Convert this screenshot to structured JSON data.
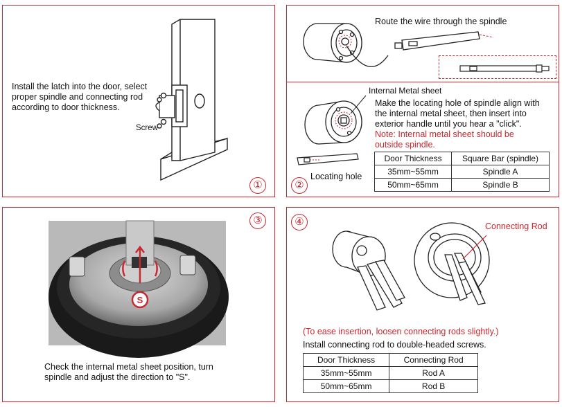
{
  "accent_color": "#c8282f",
  "panel1": {
    "number": "①",
    "instruction": "Install the latch into the door, select\nproper spindle and connecting rod\naccording to door thickness.",
    "screw_label": "Screw"
  },
  "panel2": {
    "number": "②",
    "route_text": "Route the wire through the spindle",
    "metal_sheet_label": "Internal Metal sheet",
    "instruction": "Make the locating hole of spindle align with\nthe internal metal sheet, then insert into\nexterior handle until you hear a \"click\".",
    "note": "Note: Internal metal sheet should be\noutside spindle.",
    "locating_hole_label": "Locating hole",
    "table": {
      "headers": [
        "Door Thickness",
        "Square Bar (spindle)"
      ],
      "rows": [
        [
          "35mm~55mm",
          "Spindle A"
        ],
        [
          "50mm~65mm",
          "Spindle B"
        ]
      ]
    }
  },
  "panel3": {
    "number": "③",
    "s_label": "S",
    "instruction": "Check the internal metal sheet position, turn\nspindle and adjust the direction to \"S\"."
  },
  "panel4": {
    "number": "④",
    "connecting_rod_label": "Connecting Rod",
    "note": "(To ease insertion, loosen connecting rods slightly.)",
    "instruction": "Install connecting rod to double-headed screws.",
    "table": {
      "headers": [
        "Door Thickness",
        "Connecting Rod"
      ],
      "rows": [
        [
          "35mm~55mm",
          "Rod A"
        ],
        [
          "50mm~65mm",
          "Rod B"
        ]
      ]
    }
  }
}
